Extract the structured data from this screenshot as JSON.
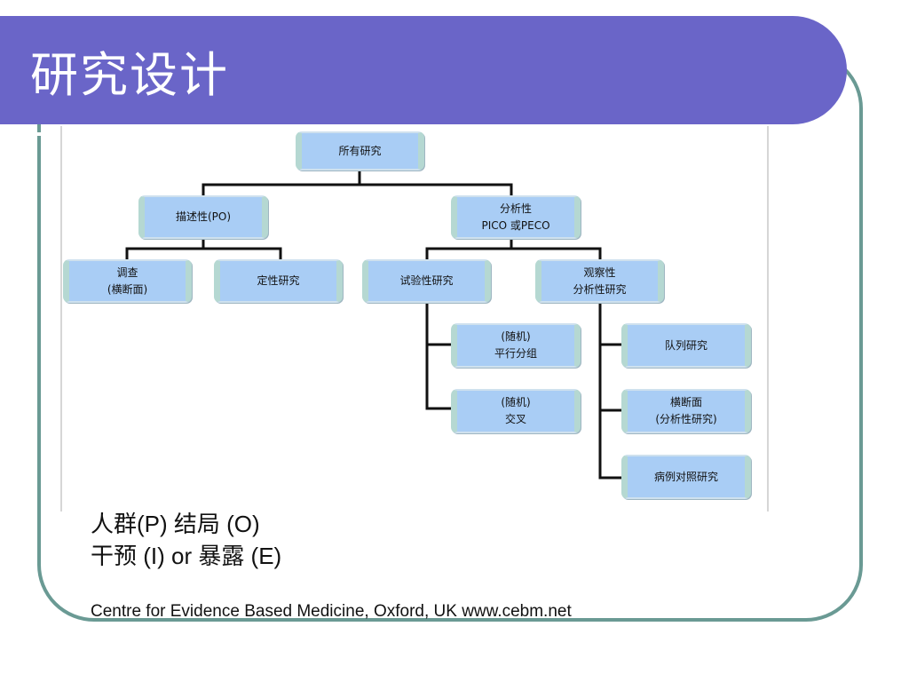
{
  "slide": {
    "title": "研究设计",
    "colors": {
      "title_bar": "#6a65c8",
      "frame": "#6a9a94",
      "node_fill": "#a9cdf5",
      "connector": "#111111"
    }
  },
  "diagram": {
    "nodes": {
      "all": {
        "lines": [
          "所有研究"
        ]
      },
      "descriptive": {
        "lines": [
          "描述性(PO)"
        ]
      },
      "analytic": {
        "lines": [
          "分析性",
          "PICO 或PECO"
        ]
      },
      "survey": {
        "lines": [
          "调查",
          "(横断面)"
        ]
      },
      "qualitative": {
        "lines": [
          "定性研究"
        ]
      },
      "experimental": {
        "lines": [
          "试验性研究"
        ]
      },
      "observational": {
        "lines": [
          "观察性",
          "分析性研究"
        ]
      },
      "rct_parallel": {
        "lines": [
          "(随机)",
          "平行分组"
        ]
      },
      "rct_crossover": {
        "lines": [
          "(随机)",
          "交叉"
        ]
      },
      "cohort": {
        "lines": [
          "队列研究"
        ]
      },
      "cross_sectional": {
        "lines": [
          "横断面",
          "(分析性研究)"
        ]
      },
      "case_control": {
        "lines": [
          "病例对照研究"
        ]
      }
    }
  },
  "notes": {
    "line1": "人群(P) 结局 (O)",
    "line2": "干预 (I) or 暴露 (E)"
  },
  "source": "Centre for Evidence Based Medicine, Oxford, UK www.cebm.net"
}
